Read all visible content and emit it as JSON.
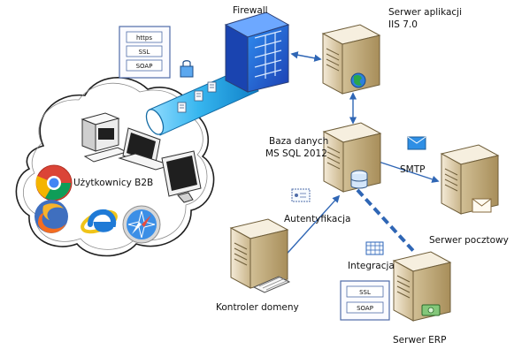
{
  "labels": {
    "firewall": "Firewall",
    "app_server_line1": "Serwer aplikacji",
    "app_server_line2": "IIS 7.0",
    "db_line1": "Baza danych",
    "db_line2": "MS SQL 2012",
    "smtp": "SMTP",
    "mail_server": "Serwer pocztowy",
    "b2b_users": "Użytkownicy B2B",
    "authentication": "Autentyfikacja",
    "integration": "Integracja",
    "domain_controller": "Kontroler domeny",
    "erp_server": "Serwer ERP"
  },
  "protocol_stack_client": {
    "items": [
      "https",
      "SSL",
      "SOAP"
    ]
  },
  "protocol_stack_erp": {
    "items": [
      "SSL",
      "SOAP"
    ]
  },
  "icons": [
    "firewall-icon",
    "server-icon",
    "database-icon",
    "globe-icon",
    "mail-icon",
    "chrome-icon",
    "firefox-icon",
    "internet-explorer-icon",
    "safari-icon",
    "workstation-icon",
    "laptop-icon",
    "monitor-icon",
    "lock-icon",
    "certificate-icon",
    "keyboard-icon",
    "cash-icon",
    "grid-icon"
  ],
  "colors": {
    "connector": "#2f66b5",
    "dashed_connector": "#2f66b5",
    "tunnel": "#2aa7e4",
    "firewall": "#2f6bdc",
    "server_body": "#d8c7a1"
  }
}
